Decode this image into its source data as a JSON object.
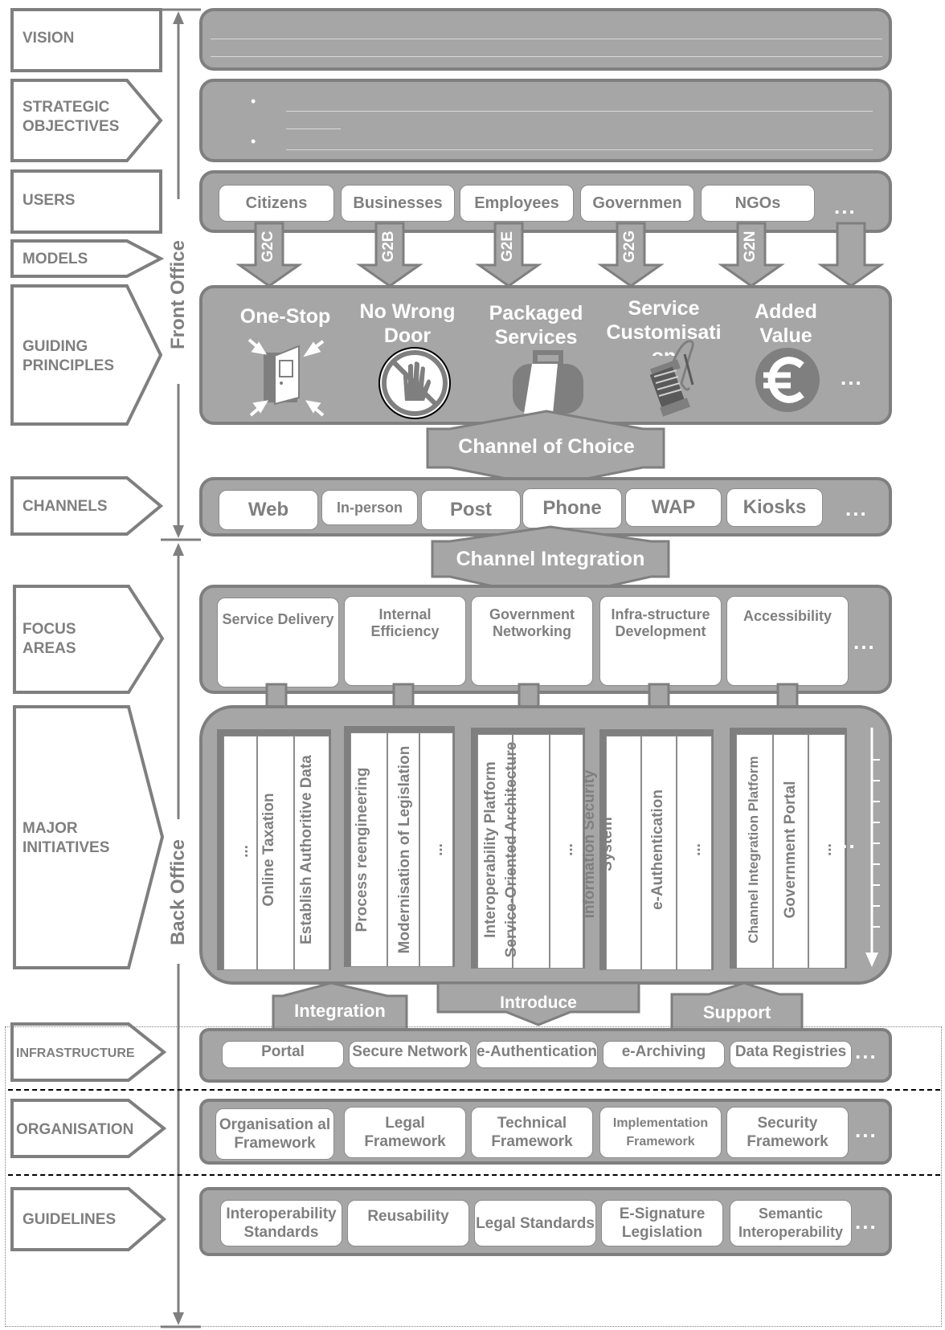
{
  "layers": {
    "vision": "VISION",
    "strategic_objectives": "STRATEGIC OBJECTIVES",
    "users": "USERS",
    "models": "MODELS",
    "guiding_principles": "GUIDING PRINCIPLES",
    "channels": "CHANNELS",
    "focus_areas": "FOCUS AREAS",
    "major_initiatives": "MAJOR INITIATIVES",
    "infrastructure": "INFRASTRUCTURE",
    "organisation": "ORGANISATION",
    "guidelines": "GUIDELINES"
  },
  "sides": {
    "front_office": "Front Office",
    "back_office": "Back Office"
  },
  "users": [
    "Citizens",
    "Businesses",
    "Employees",
    "Governmen",
    "NGOs"
  ],
  "models": [
    "G2C",
    "G2B",
    "G2E",
    "G2G",
    "G2N"
  ],
  "principles": [
    "One-Stop",
    "No Wrong Door",
    "Packaged Services",
    "Service Customisati on",
    "Added Value"
  ],
  "channel_of_choice": "Channel of Choice",
  "channels": [
    "Web",
    "In-person",
    "Post",
    "Phone",
    "WAP",
    "Kiosks"
  ],
  "channel_integration": "Channel Integration",
  "focus_areas": [
    "Service Delivery",
    "Internal Efficiency",
    "Government Networking",
    "Infra-structure Development",
    "Accessibility"
  ],
  "initiatives": [
    [
      "...",
      "Online Taxation",
      "Establish Authoritive Data"
    ],
    [
      "Process reengineering",
      "Modernisation of Legislation",
      "..."
    ],
    [
      "Interoperability Platform",
      "Service-Oriented Architecture",
      "..."
    ],
    [
      "Information Security System",
      "e-Authentication",
      "..."
    ],
    [
      "Channel Integration Platform",
      "Government Portal",
      "..."
    ]
  ],
  "timeline": "Timeline",
  "integration": "Integration",
  "introduce": "Introduce",
  "support": "Support",
  "infrastructure_items": [
    "Portal",
    "Secure Network",
    "e-Authentication",
    "e-Archiving",
    "Data Registries"
  ],
  "organisation_items": [
    "Organisation al Framework",
    "Legal Framework",
    "Technical Framework",
    "Implementation Framework",
    "Security Framework"
  ],
  "guidelines_items": [
    "Interoperability Standards",
    "Reusability",
    "Legal Standards",
    "E-Signature Legislation",
    "Semantic Interoperability"
  ],
  "more": "...",
  "bullet": "•",
  "colors": {
    "panel": "#a6a6a6",
    "border": "#7f7f7f",
    "text": "#7f7f7f",
    "white": "#ffffff"
  }
}
